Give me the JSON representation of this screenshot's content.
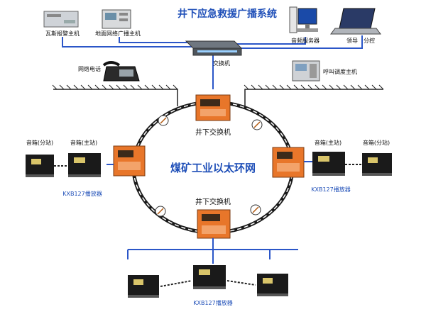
{
  "title": "井下应急救援广播系统",
  "ring_label": "煤矿工业以太环网",
  "surface": {
    "gas_alarm_host": "瓦斯报警主机",
    "surface_network_broadcast_host": "地面网络广播主机",
    "switch": "交换机",
    "audio_server": "音频服务器",
    "leader": "领导",
    "sub_control": "分控",
    "network_phone": "网络电话",
    "dispatch_host": "呼叫调度主机"
  },
  "underground": {
    "switch_top": "井下交换机",
    "switch_bottom": "井下交换机",
    "speaker_sub": "音箱(分站)",
    "speaker_main": "音箱(主站)",
    "player": "KXB127播放器"
  },
  "colors": {
    "title_blue": "#1f4fb8",
    "line_blue": "#2b56c8",
    "switch_orange": "#e8762a",
    "ring_dark": "#1a1a1a"
  }
}
